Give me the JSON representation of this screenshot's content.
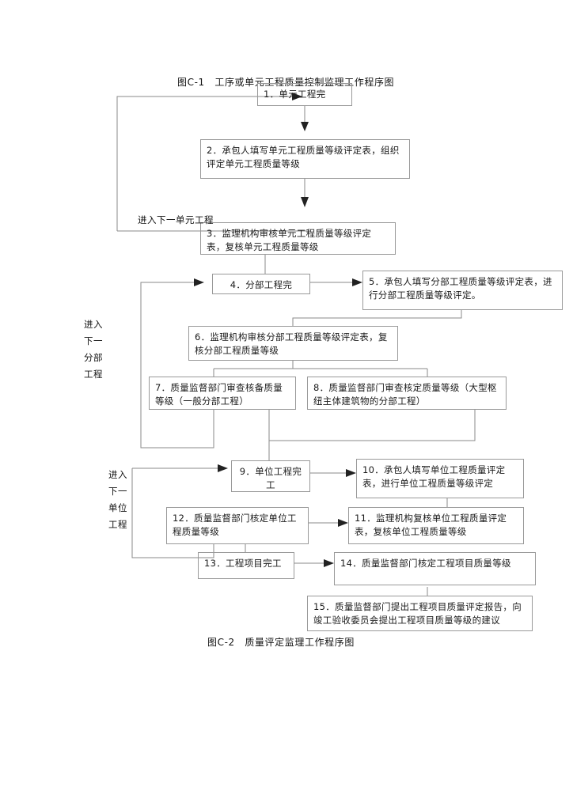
{
  "document": {
    "title_top": "图C-1　工序或单元工程质量控制监理工作程序图",
    "caption_bottom": "图C-2　质量评定监理工作程序图"
  },
  "flowchart": {
    "type": "flowchart",
    "boxes": [
      {
        "id": "box1",
        "number": "1.",
        "text": "1．单元工程完"
      },
      {
        "id": "box2",
        "number": "2.",
        "text": "2．承包人填写单元工程质量等级评定表，组织评定单元工程质量等级"
      },
      {
        "id": "box3",
        "number": "3.",
        "text": "3．监理机构审核单元工程质量等级评定表，复核单元工程质量等级"
      },
      {
        "id": "box4",
        "number": "4.",
        "text": "4．分部工程完"
      },
      {
        "id": "box5",
        "number": "5.",
        "text": "5．承包人填写分部工程质量等级评定表，进行分部工程质量等级评定。"
      },
      {
        "id": "box6",
        "number": "6.",
        "text": "6．监理机构审核分部工程质量等级评定表，复核分部工程质量等级"
      },
      {
        "id": "box7",
        "number": "7.",
        "text": "7．质量监督部门审查核备质量等级（一般分部工程）"
      },
      {
        "id": "box8",
        "number": "8.",
        "text": "8．质量监督部门审查核定质量等级（大型枢纽主体建筑物的分部工程）"
      },
      {
        "id": "box9",
        "number": "9.",
        "text": "9．单位工程完工"
      },
      {
        "id": "box10",
        "number": "10.",
        "text": "10．承包人填写单位工程质量评定表，进行单位工程质量等级评定"
      },
      {
        "id": "box11",
        "number": "11.",
        "text": "11．监理机构复核单位工程质量评定表，复核单位工程质量等级"
      },
      {
        "id": "box12",
        "number": "12.",
        "text": "12．质量监督部门核定单位工程质量等级"
      },
      {
        "id": "box13",
        "number": "13.",
        "text": "13．工程项目完工"
      },
      {
        "id": "box14",
        "number": "14.",
        "text": "14．质量监督部门核定工程项目质量等级"
      },
      {
        "id": "box15",
        "number": "15.",
        "text": "15．质量监督部门提出工程项目质量评定报告，向竣工验收委员会提出工程项目质量等级的建议"
      }
    ],
    "loop_labels": {
      "unit_loop": "进入下一单元工程",
      "branch_loop": "进入\n下一\n分部\n工程",
      "branch_loop_lines": [
        "进入",
        "下一",
        "分部",
        "工程"
      ],
      "single_loop": "进入\n下一\n单位\n工程",
      "single_loop_lines": [
        "进入",
        "下一",
        "单位",
        "工程"
      ]
    }
  },
  "colors": {
    "box_border": "#999999",
    "wire": "#8a8a8a",
    "arrow": "#222222",
    "text": "#1a1a1a",
    "background": "#ffffff"
  }
}
